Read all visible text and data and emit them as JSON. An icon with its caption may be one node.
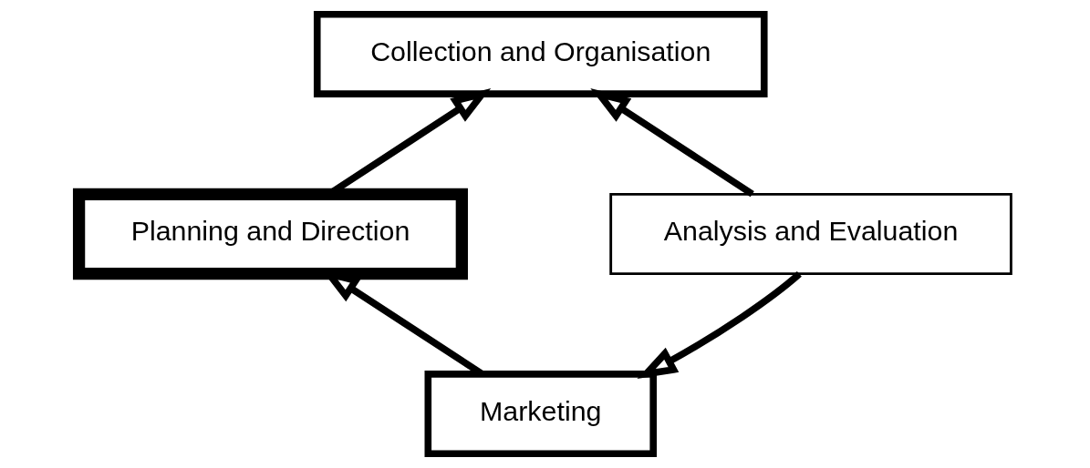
{
  "diagram": {
    "nodes": [
      {
        "text": [
          "Collection and Organisation"
        ]
      },
      {
        "text": [
          "Planning and Direction"
        ]
      },
      {
        "text": [
          "Analysis and Evaluation"
        ]
      },
      {
        "text": [
          "Marketing"
        ]
      }
    ],
    "edges": [
      {
        "from": 1,
        "to": 0,
        "arrow": "to"
      },
      {
        "from": 2,
        "to": 0,
        "arrow": "to"
      },
      {
        "from": 2,
        "to": 3,
        "arrow": "to"
      },
      {
        "from": 3,
        "to": 1,
        "arrow": "to"
      }
    ]
  }
}
